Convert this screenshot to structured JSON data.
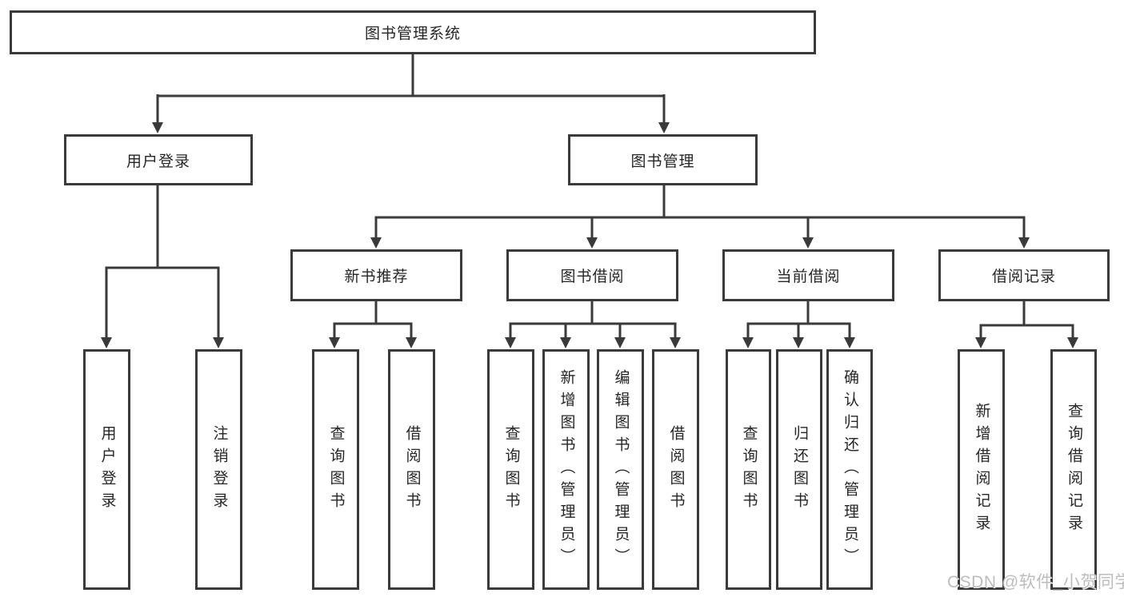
{
  "colors": {
    "line": "#3a3a3a",
    "text": "#262626",
    "background": "#ffffff",
    "watermark": "#bdbdbd"
  },
  "root": {
    "label": "图书管理系统"
  },
  "branches": [
    {
      "label": "用户登录",
      "children": [
        {
          "label": "用户登录"
        },
        {
          "label": "注销登录"
        }
      ]
    },
    {
      "label": "图书管理",
      "children": [
        {
          "label": "新书推荐",
          "children": [
            {
              "label": "查询图书"
            },
            {
              "label": "借阅图书"
            }
          ]
        },
        {
          "label": "图书借阅",
          "children": [
            {
              "label": "查询图书"
            },
            {
              "label": "新增图书（管理员）"
            },
            {
              "label": "编辑图书（管理员）"
            },
            {
              "label": "借阅图书"
            }
          ]
        },
        {
          "label": "当前借阅",
          "children": [
            {
              "label": "查询图书"
            },
            {
              "label": "归还图书"
            },
            {
              "label": "确认归还（管理员）"
            }
          ]
        },
        {
          "label": "借阅记录",
          "children": [
            {
              "label": "新增借阅记录"
            },
            {
              "label": "查询借阅记录"
            }
          ]
        }
      ]
    }
  ],
  "watermark": "CSDN @软件_小贺同学"
}
